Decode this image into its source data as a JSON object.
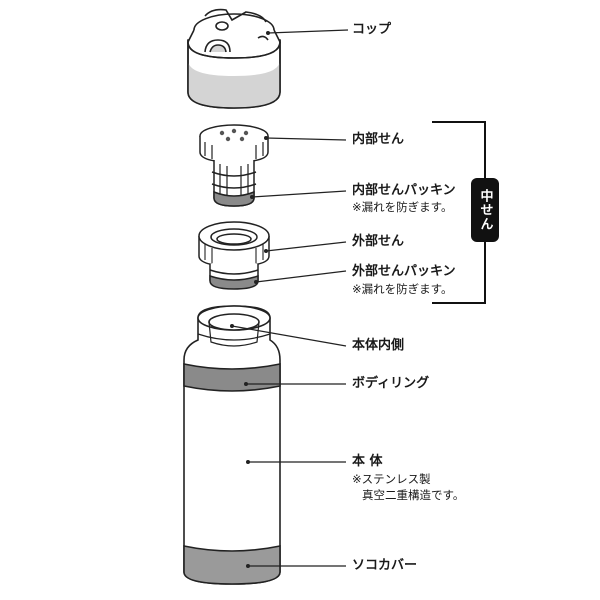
{
  "labels": {
    "cup": "コップ",
    "inner_stopper": "内部せん",
    "inner_stopper_packing": "内部せんパッキン",
    "inner_packing_note": "※漏れを防ぎます。",
    "outer_stopper": "外部せん",
    "outer_stopper_packing": "外部せんパッキン",
    "outer_packing_note": "※漏れを防ぎます。",
    "body_inner": "本体内側",
    "body_ring": "ボディリング",
    "body": "本 体",
    "body_note_line1": "※ステンレス製",
    "body_note_line2": "真空二重構造です。",
    "bottom_cover": "ソコカバー",
    "group_badge": "中せん"
  },
  "colors": {
    "outline": "#222222",
    "ring_gray": "#8a8a8a",
    "cover_gray": "#9a9a9a",
    "light_gray": "#d4d4d4",
    "badge_bg": "#111111"
  }
}
